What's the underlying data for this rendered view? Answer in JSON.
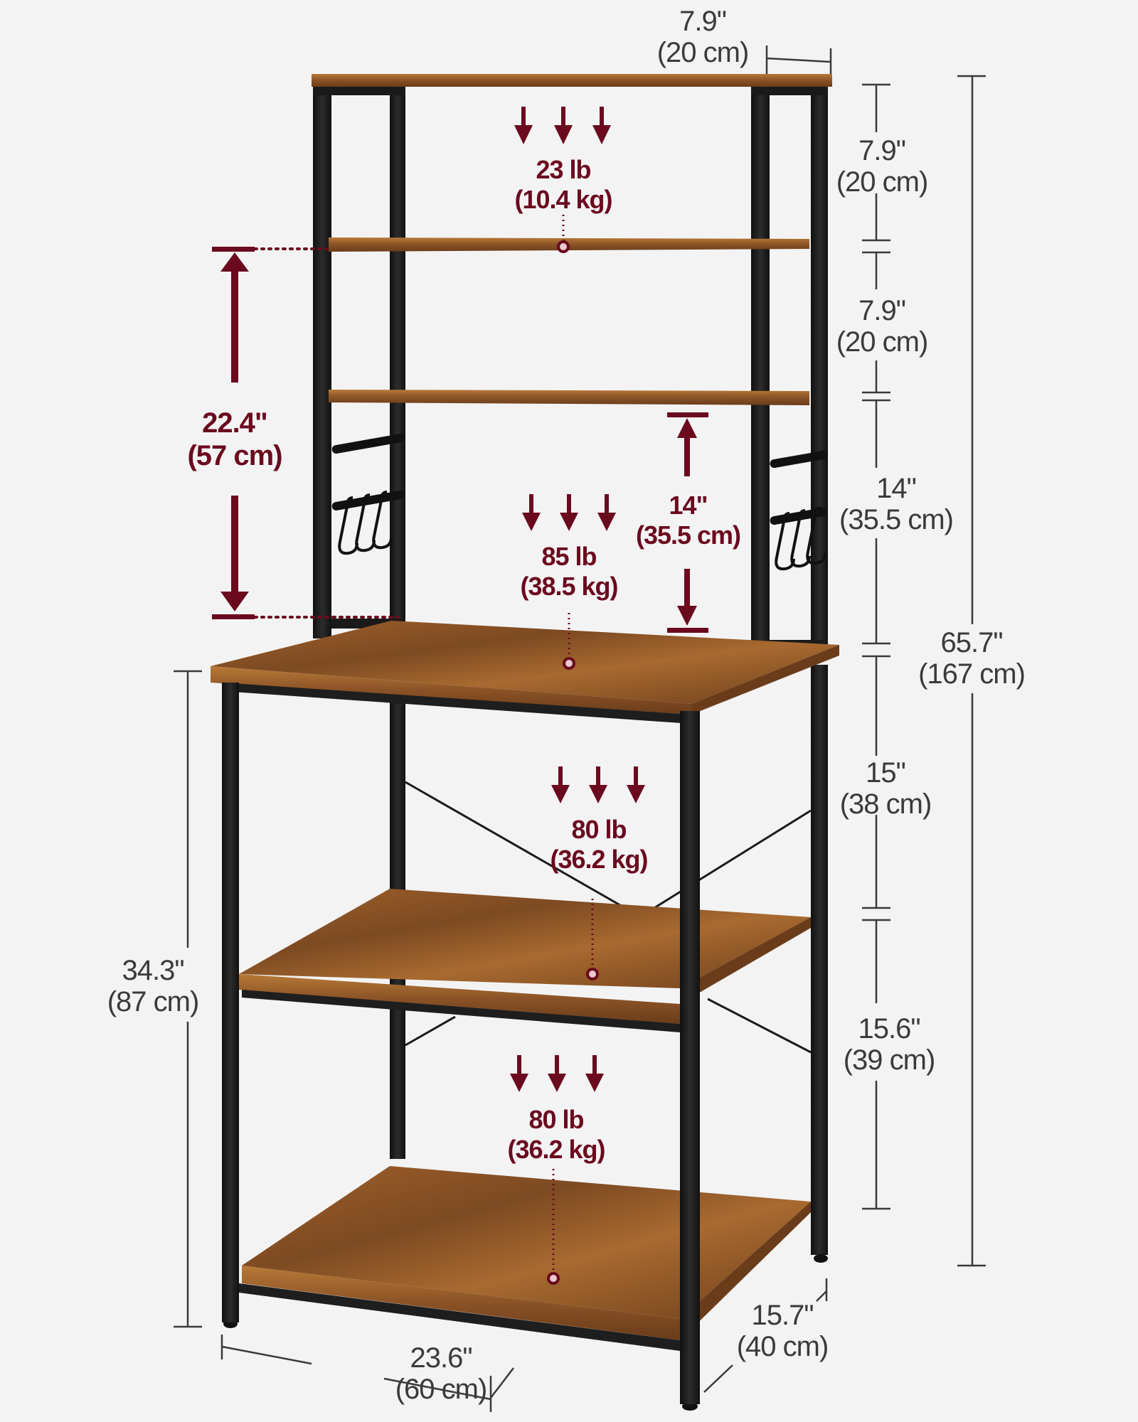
{
  "product": {
    "name": "Bakers rack with hooks, 6 tiers",
    "colors": {
      "background": "#f3f3f3",
      "frame": "#1e1e1e",
      "wood": "#8a4f22",
      "wood_light": "#b8732f",
      "annotation": "#6b0a1e",
      "dimension_line": "#3a3a3a"
    }
  },
  "dimensions": {
    "top_depth": {
      "imperial": "7.9\"",
      "metric": "(20 cm)"
    },
    "gap_top_1": {
      "imperial": "7.9\"",
      "metric": "(20 cm)"
    },
    "gap_top_2": {
      "imperial": "7.9\"",
      "metric": "(20 cm)"
    },
    "gap_hutch": {
      "imperial": "14\"",
      "metric": "(35.5 cm)"
    },
    "total_height": {
      "imperial": "65.7\"",
      "metric": "(167 cm)"
    },
    "gap_lower_1": {
      "imperial": "15\"",
      "metric": "(38 cm)"
    },
    "gap_lower_2": {
      "imperial": "15.6\"",
      "metric": "(39 cm)"
    },
    "counter_height": {
      "imperial": "34.3\"",
      "metric": "(87 cm)"
    },
    "width": {
      "imperial": "23.6\"",
      "metric": "(60 cm)"
    },
    "depth": {
      "imperial": "15.7\"",
      "metric": "(40 cm)"
    },
    "hutch_clear_height": {
      "imperial": "22.4\"",
      "metric": "(57 cm)"
    },
    "hutch_inner_gap": {
      "imperial": "14\"",
      "metric": "(35.5 cm)"
    }
  },
  "loads": [
    {
      "shelf": "top shelf",
      "imperial": "23 lb",
      "metric": "(10.4 kg)"
    },
    {
      "shelf": "counter",
      "imperial": "85 lb",
      "metric": "(38.5 kg)"
    },
    {
      "shelf": "middle shelf",
      "imperial": "80 lb",
      "metric": "(36.2 kg)"
    },
    {
      "shelf": "bottom shelf",
      "imperial": "80 lb",
      "metric": "(36.2 kg)"
    }
  ],
  "icons": {
    "load_arrow": "down-arrow-icon",
    "measure_arrow": "double-arrow-icon",
    "hook": "s-hook-icon"
  }
}
